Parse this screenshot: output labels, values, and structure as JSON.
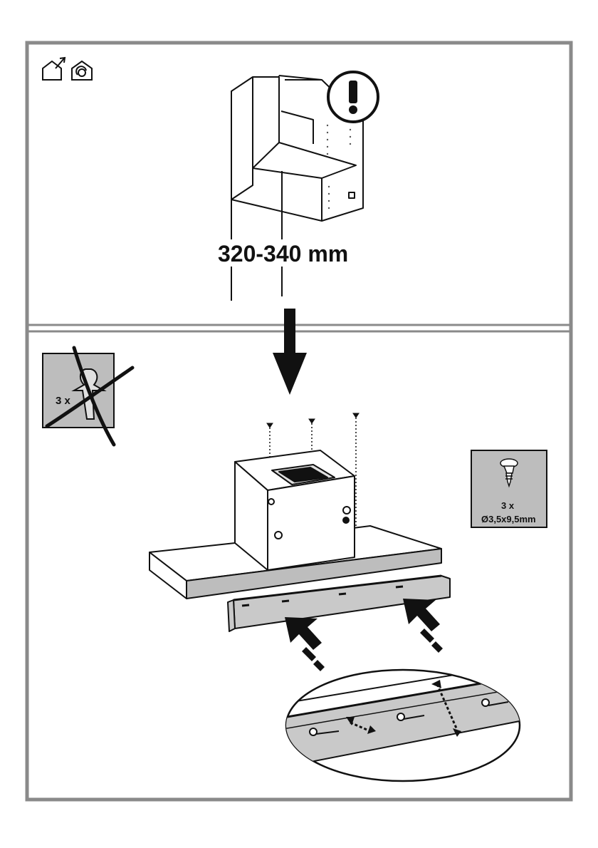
{
  "top_panel": {
    "dimension_label": "320-340 mm"
  },
  "bottom_panel": {
    "clip_box": {
      "quantity_label": "3 x"
    },
    "screw_box": {
      "quantity_label": "3 x",
      "spec_label": "Ø3,5x9,5mm"
    }
  },
  "icons": [
    "outdoor-venting-icon",
    "recirculation-icon",
    "warning-icon",
    "down-arrow-icon",
    "clip-icon",
    "screw-icon"
  ],
  "colors": {
    "frame": "#8a8a8a",
    "box_fill": "#bdbdbd",
    "strip_fill": "#c9c9c9",
    "line": "#111111"
  }
}
